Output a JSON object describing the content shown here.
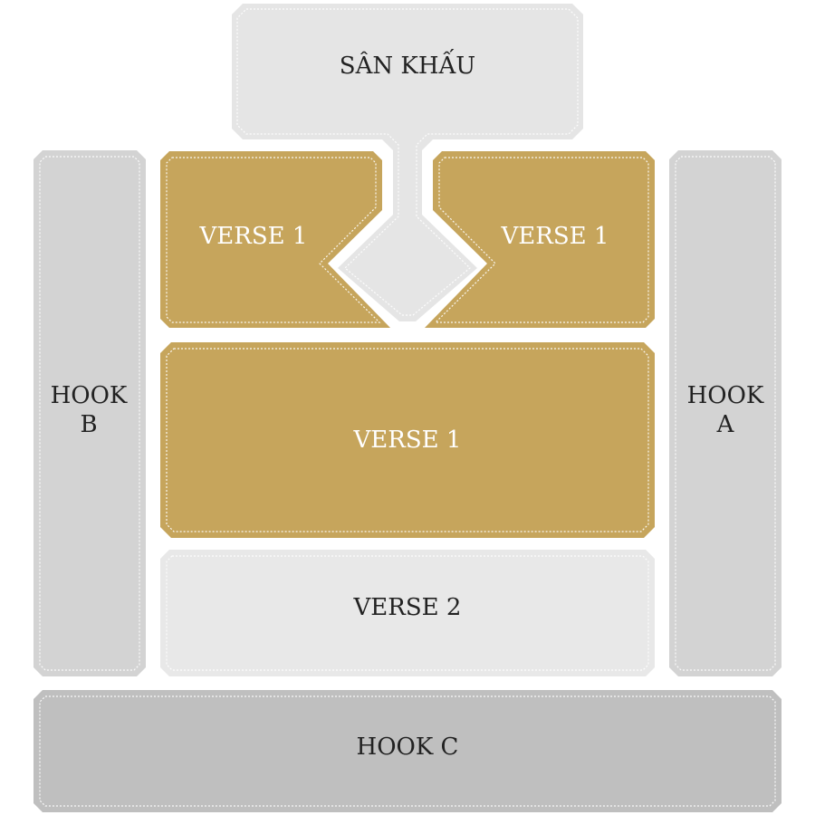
{
  "colors": {
    "vip": "#c6a55c",
    "stage": "#e5e5e5",
    "verse2": "#e8e8e8",
    "hook_side": "#d3d3d3",
    "hook_c": "#bfbfbf"
  },
  "zones": {
    "stage": {
      "label": "SÂN KHẤU"
    },
    "verse1_left": {
      "label": "VERSE 1"
    },
    "verse1_right": {
      "label": "VERSE 1"
    },
    "verse1_center": {
      "label": "VERSE 1"
    },
    "verse2": {
      "label": "VERSE 2"
    },
    "hook_b": {
      "label_line1": "HOOK",
      "label_line2": "B"
    },
    "hook_a": {
      "label_line1": "HOOK",
      "label_line2": "A"
    },
    "hook_c": {
      "label": "HOOK C"
    }
  }
}
